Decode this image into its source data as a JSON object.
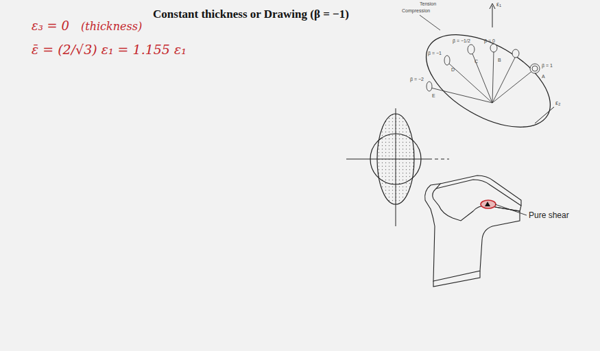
{
  "diagram": {
    "title": "Constant thickness or Drawing (β = −1)",
    "labels": [
      "ε₃ = 0",
      "(thickness)",
      "ε̄ = (2/√3) ε₁ = 1.155 ε₁",
      "Tension",
      "Compression",
      "ε₁",
      "ε₂",
      "β = −2",
      "β = −1",
      "β = −1/2",
      "β = 0",
      "β = 1",
      "E",
      "D",
      "C",
      "B",
      "A",
      "Pure shear"
    ]
  }
}
